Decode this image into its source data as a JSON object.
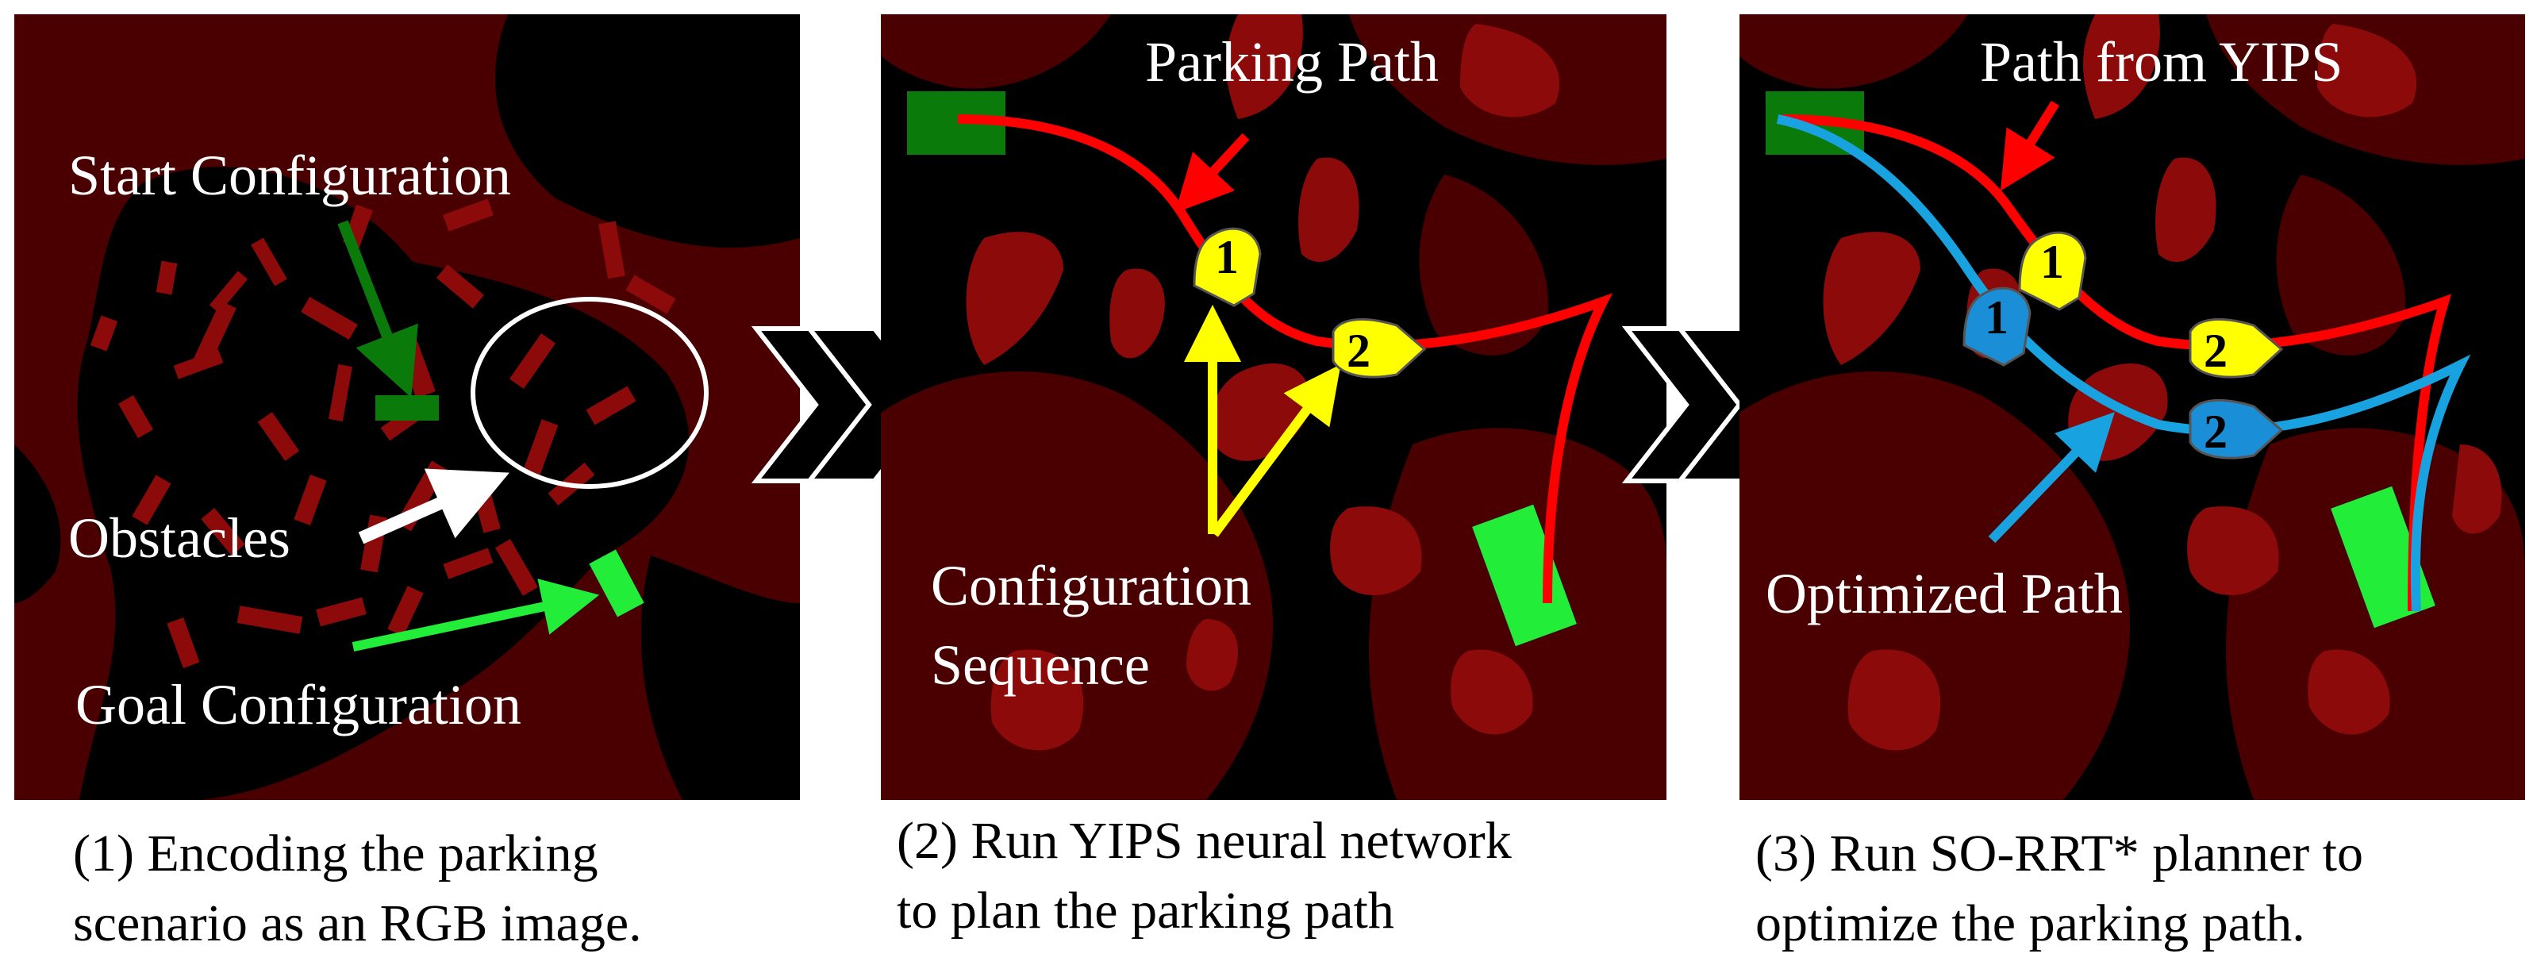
{
  "colors": {
    "background": "#4a0000",
    "free_space": "#000000",
    "obstacle": "#8c0a0a",
    "start": "#0a7a0a",
    "goal": "#22ee3a",
    "parking_path": "#ff0000",
    "optimized_path": "#19a2e0",
    "configuration": "#ffff00",
    "optimized_configuration": "#1a8fd8",
    "arrow_start": "#0a7a0a",
    "arrow_goal": "#22ee3a",
    "arrow_obstacle": "#ffffff"
  },
  "panel1": {
    "labels": {
      "start": "Start Configuration",
      "obstacles": "Obstacles",
      "goal": "Goal Configuration"
    },
    "caption": [
      "(1) Encoding the parking",
      "scenario as an RGB image."
    ]
  },
  "panel2": {
    "labels": {
      "path": "Parking Path",
      "sequence_line1": "Configuration",
      "sequence_line2": "Sequence"
    },
    "markers": [
      "1",
      "2"
    ],
    "caption": [
      "(2) Run YIPS neural network",
      "to plan the parking path"
    ]
  },
  "panel3": {
    "labels": {
      "path": "Path from YIPS",
      "optimized": "Optimized Path"
    },
    "markers_yips": [
      "1",
      "2"
    ],
    "markers_optimized": [
      "1",
      "2"
    ],
    "caption": [
      "(3) Run SO-RRT* planner to",
      "optimize the parking path."
    ]
  }
}
